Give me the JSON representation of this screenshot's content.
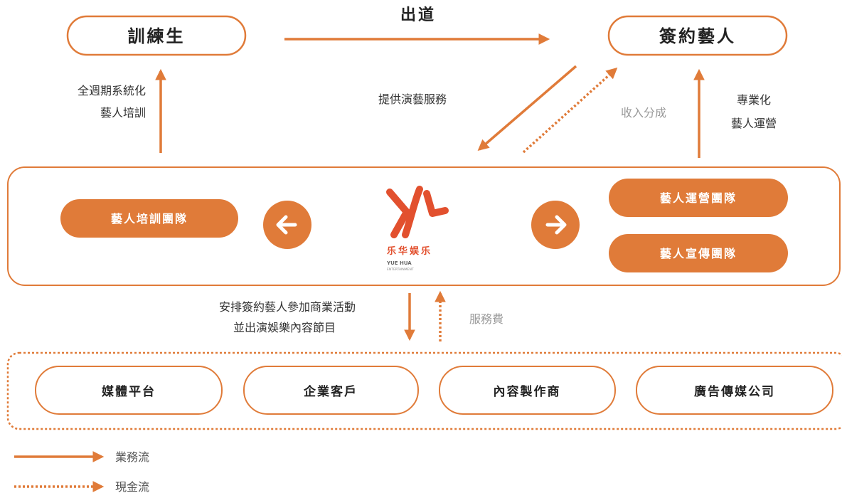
{
  "colors": {
    "accent": "#e07b39",
    "accent_dark": "#de7a36",
    "logo_red": "#e2502e",
    "text": "#222222",
    "muted": "#9a9a9a"
  },
  "top": {
    "trainee": "訓練生",
    "debut": "出道",
    "signed_artist": "簽約藝人"
  },
  "left_annotation": {
    "line1": "全週期系統化",
    "line2": "藝人培訓"
  },
  "center_annotations": {
    "services": "提供演藝服務",
    "revenue_share": "收入分成"
  },
  "right_annotation": {
    "line1": "專業化",
    "line2": "藝人運營"
  },
  "company": {
    "training_team": "藝人培訓團隊",
    "operation_team": "藝人運營團隊",
    "promotion_team": "藝人宣傳團隊",
    "logo": {
      "name_cn": "乐华娱乐",
      "name_en": "YUE HUA",
      "name_en_sub": "ENTERTAINMENT"
    }
  },
  "bottom_annotations": {
    "arrange_line1": "安排簽約藝人參加商業活動",
    "arrange_line2": "並出演娛樂內容節目",
    "service_fee": "服務費"
  },
  "clients": [
    {
      "label": "媒體平台"
    },
    {
      "label": "企業客戶"
    },
    {
      "label": "內容製作商"
    },
    {
      "label": "廣告傳媒公司"
    }
  ],
  "legend": {
    "business_flow": "業務流",
    "cash_flow": "現金流"
  }
}
